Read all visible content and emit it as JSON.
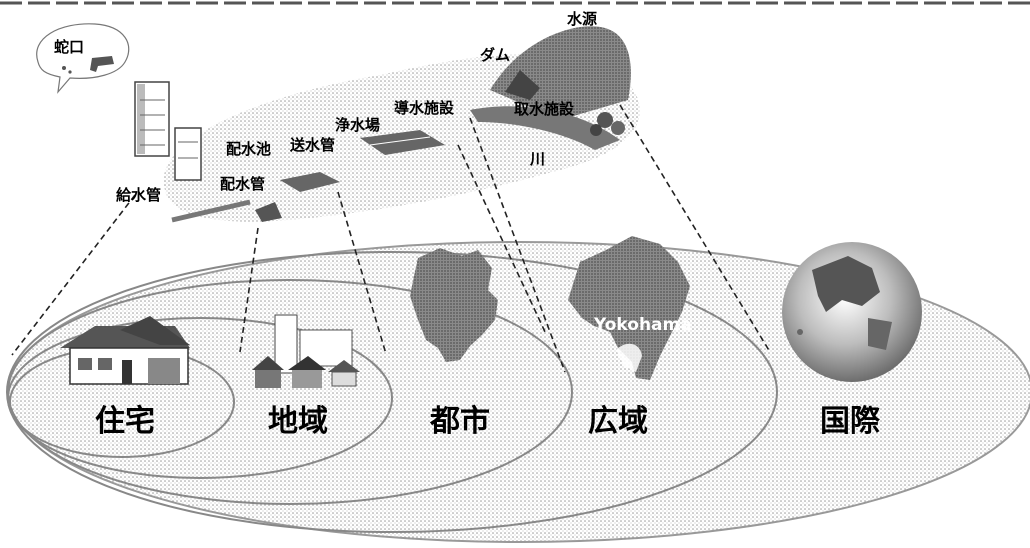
{
  "top_labels": {
    "faucet": "蛇口",
    "water_source": "水源",
    "dam": "ダム",
    "conveyance": "導水施設",
    "intake": "取水施設",
    "purification": "浄水場",
    "transmission": "送水管",
    "reservoir": "配水池",
    "distribution": "配水管",
    "service_pipe": "給水管",
    "river": "川"
  },
  "scales": {
    "house": "住宅",
    "region": "地域",
    "city": "都市",
    "wide_area": "広域",
    "international": "国際"
  },
  "map_label": "Yokohama"
}
